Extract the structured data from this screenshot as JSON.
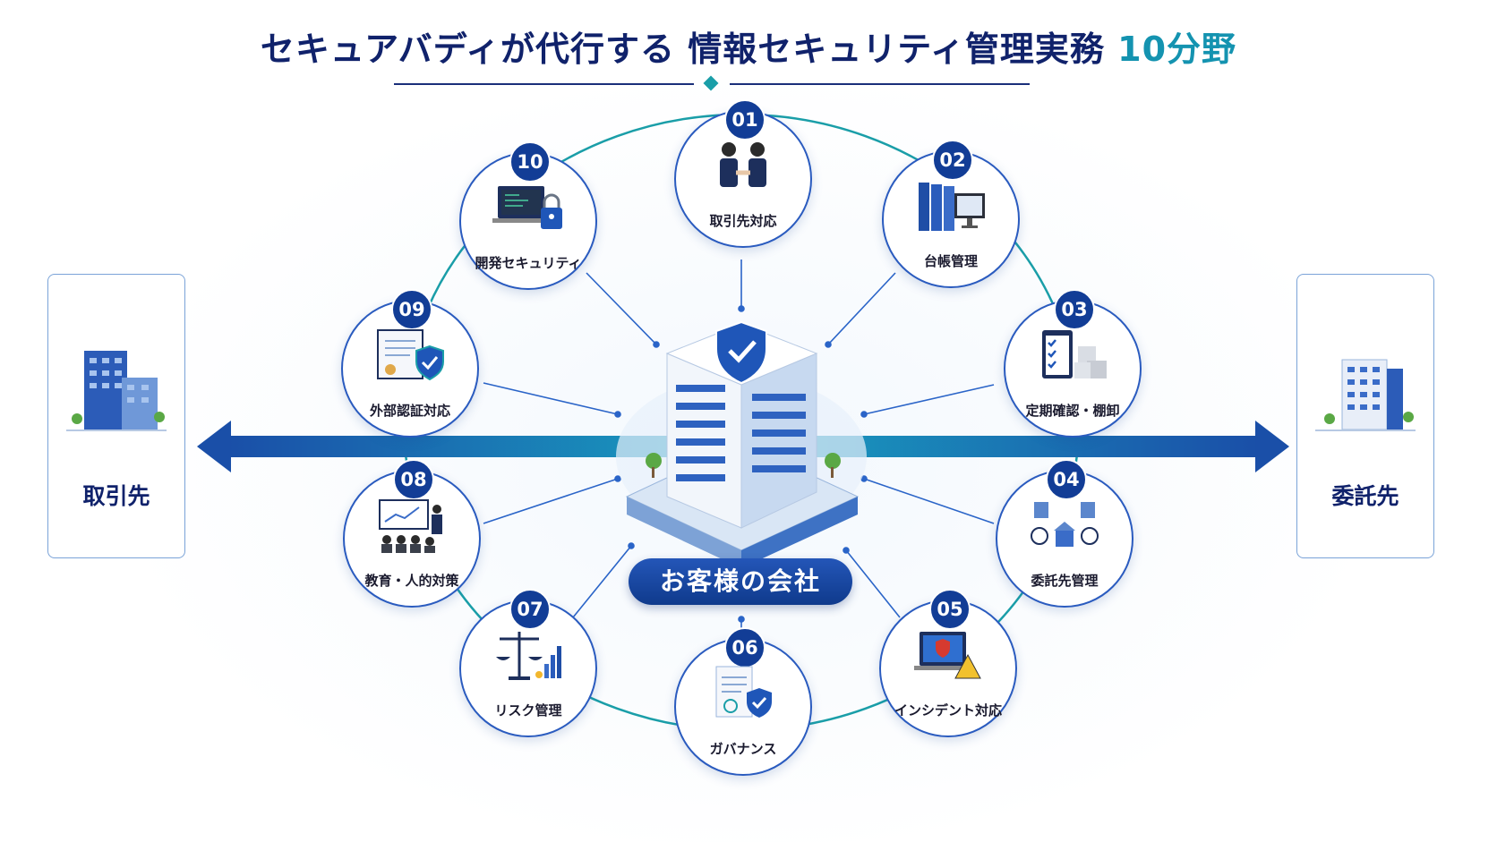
{
  "title": {
    "main": "セキュアバディが代行する 情報セキュリティ管理実務",
    "accent": "10分野"
  },
  "left_box": {
    "label": "取引先"
  },
  "right_box": {
    "label": "委託先"
  },
  "center": {
    "label": "お客様の会社"
  },
  "services": [
    {
      "num": "01",
      "label": "取引先対応",
      "icon": "handshake-icon"
    },
    {
      "num": "02",
      "label": "台帳管理",
      "icon": "binders-monitor-icon"
    },
    {
      "num": "03",
      "label": "定期確認・棚卸",
      "icon": "checklist-boxes-icon"
    },
    {
      "num": "04",
      "label": "委託先管理",
      "icon": "vendor-network-icon"
    },
    {
      "num": "05",
      "label": "インシデント対応",
      "icon": "laptop-alert-icon"
    },
    {
      "num": "06",
      "label": "ガバナンス",
      "icon": "document-shield-icon"
    },
    {
      "num": "07",
      "label": "リスク管理",
      "icon": "scales-chart-icon"
    },
    {
      "num": "08",
      "label": "教育・人的対策",
      "icon": "presentation-icon"
    },
    {
      "num": "09",
      "label": "外部認証対応",
      "icon": "certificate-shield-icon"
    },
    {
      "num": "10",
      "label": "開発セキュリティ",
      "icon": "laptop-lock-icon"
    }
  ],
  "colors": {
    "primary": "#123d96",
    "accent": "#1493b0",
    "ring": "#1a9ea8"
  }
}
